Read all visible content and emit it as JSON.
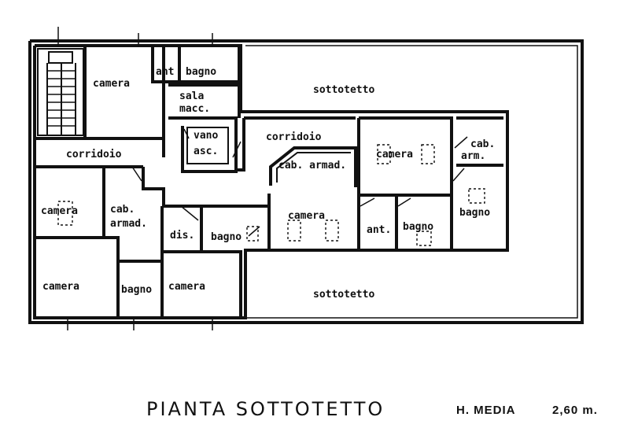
{
  "rooms": {
    "camera_top": "camera",
    "ant_top": "ant",
    "bagno_top": "bagno",
    "sala_macc_1": "sala",
    "sala_macc_2": "macc.",
    "vano_asc_1": "vano",
    "vano_asc_2": "asc.",
    "corridoio_left": "corridoio",
    "corridoio_center": "corridoio",
    "cab_armad_center": "cab. armad.",
    "camera_center_right": "camera",
    "cab_arm_right_1": "cab.",
    "cab_arm_right_2": "arm.",
    "camera_left_mid": "camera",
    "cab_armad_left_1": "cab.",
    "cab_armad_left_2": "armad.",
    "dis": "dis.",
    "bagno_mid": "bagno",
    "camera_center": "camera",
    "ant_center": "ant.",
    "bagno_center_right": "bagno",
    "bagno_right": "bagno",
    "camera_bottom_left": "camera",
    "bagno_bottom": "bagno",
    "camera_bottom_mid": "camera",
    "sottotetto_top": "sottotetto",
    "sottotetto_bottom": "sottotetto"
  },
  "caption": {
    "title": "PIANTA SOTTOTETTO",
    "height_label": "H. MEDIA",
    "height_value": "2,60 m."
  }
}
